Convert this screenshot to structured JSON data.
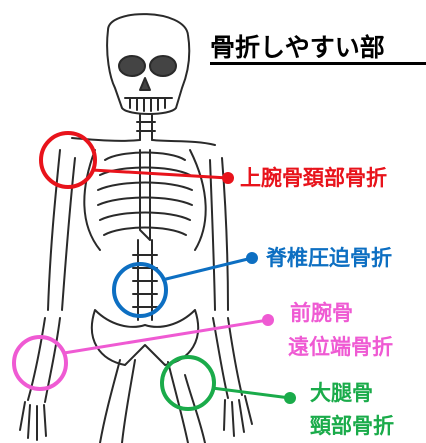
{
  "title": "骨折しやすい部",
  "colors": {
    "red": "#e8131b",
    "blue": "#0d6fc2",
    "pink": "#ef5ad3",
    "green": "#1aab4a",
    "bone_line": "#2a2a2a",
    "title_line": "#000000"
  },
  "labels": {
    "humerus": "上腕骨頚部骨折",
    "spine": "脊椎圧迫骨折",
    "radius_line1": "前腕骨",
    "radius_line2": "遠位端骨折",
    "femur_line1": "大腿骨",
    "femur_line2": "頸部骨折"
  }
}
